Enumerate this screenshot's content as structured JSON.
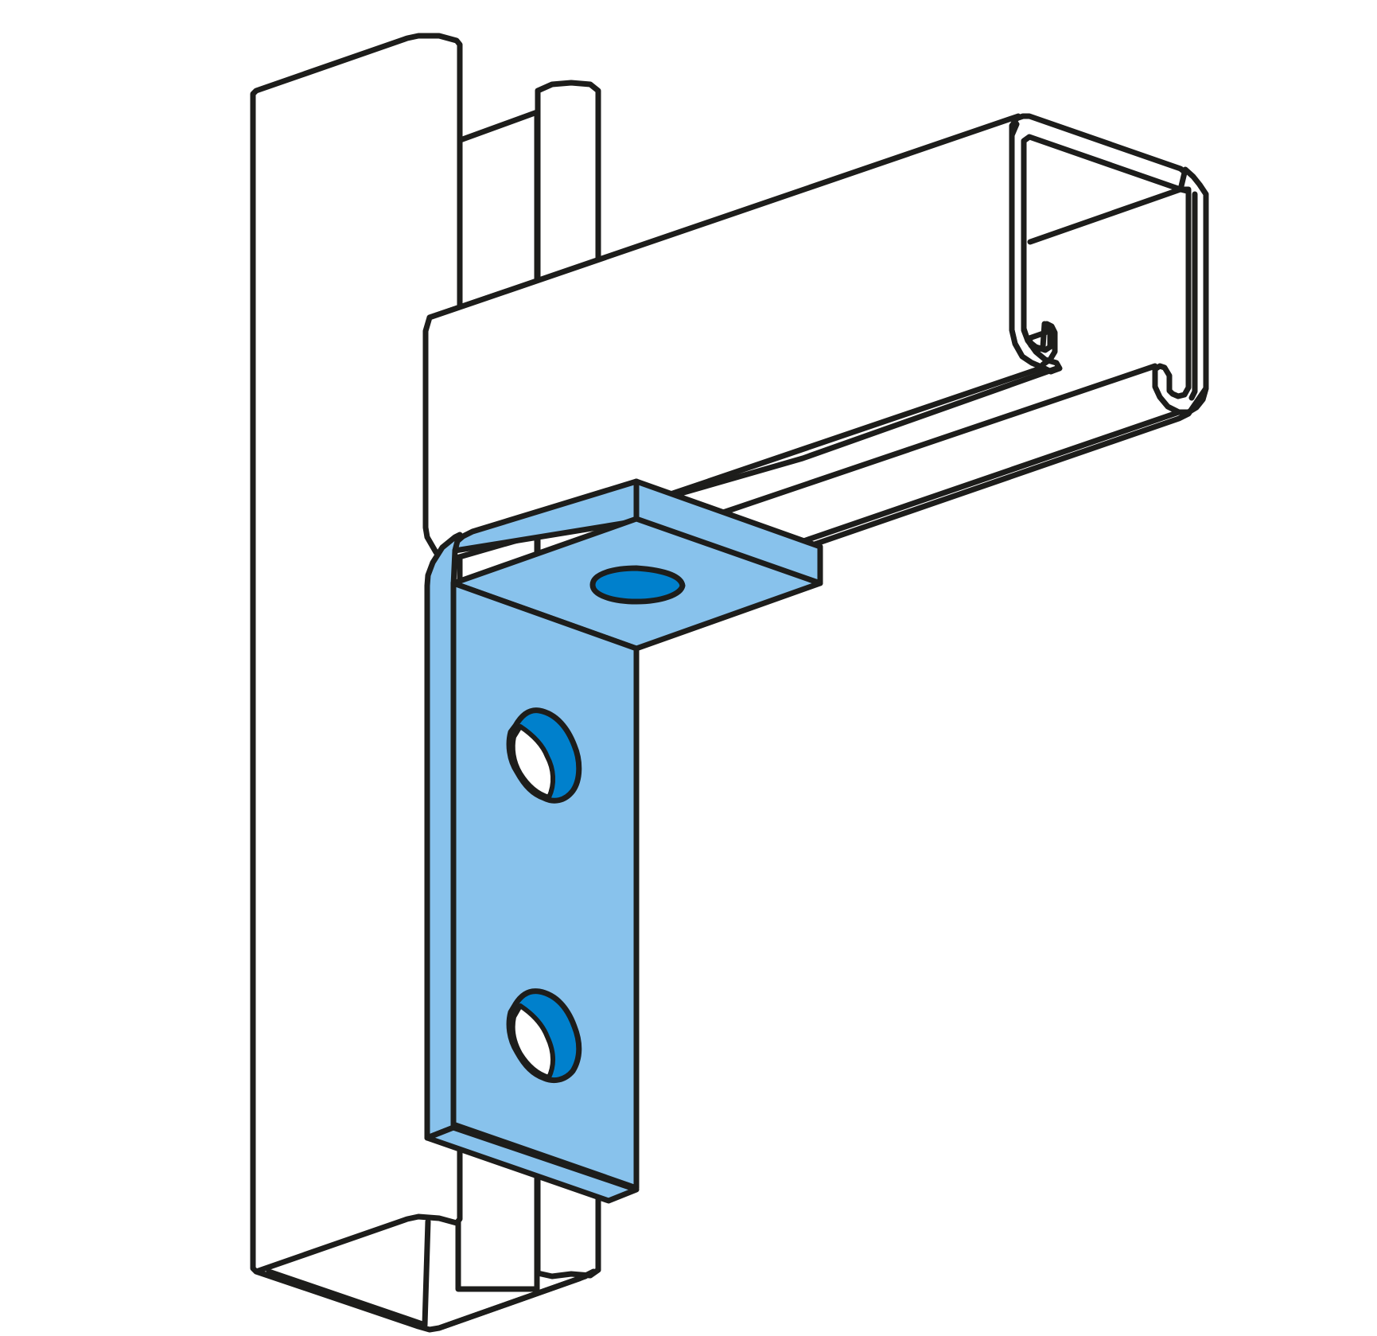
{
  "colors": {
    "background": "#ffffff",
    "outline": "#1d1d1b",
    "channel_fill": "#ffffff",
    "bracket_light": "#88c2ec",
    "bracket_hole": "#0080cc"
  },
  "figure": {
    "components": [
      {
        "id": "vertical-channel",
        "kind": "strut channel (vertical)"
      },
      {
        "id": "horizontal-channel",
        "kind": "strut channel (horizontal)"
      },
      {
        "id": "angle-bracket",
        "kind": "90 degree angle fitting",
        "holes": 3
      }
    ]
  }
}
